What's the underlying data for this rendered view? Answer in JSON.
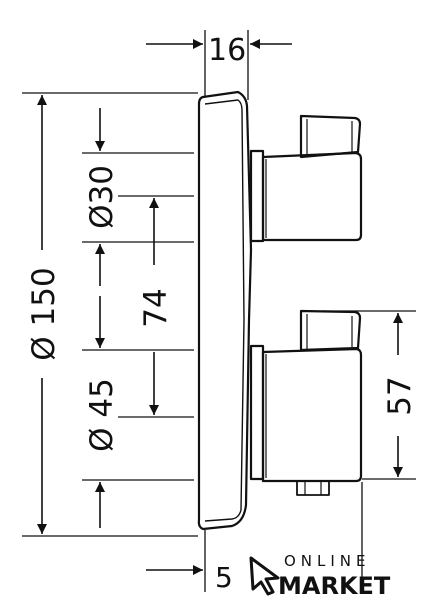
{
  "dimensions": {
    "top_width": "16",
    "bottom_width": "5",
    "overall_height": "Ø 150",
    "upper_handle_dia": "Ø30",
    "handle_spacing": "74",
    "lower_handle_dia": "Ø 45",
    "lower_handle_height": "57"
  },
  "watermark": {
    "line1": "ONLINE",
    "line2": "MARKET"
  },
  "colors": {
    "line": "#111111",
    "background": "#ffffff"
  },
  "icons": {
    "watermark_cursor": "cursor-arrow-icon"
  }
}
